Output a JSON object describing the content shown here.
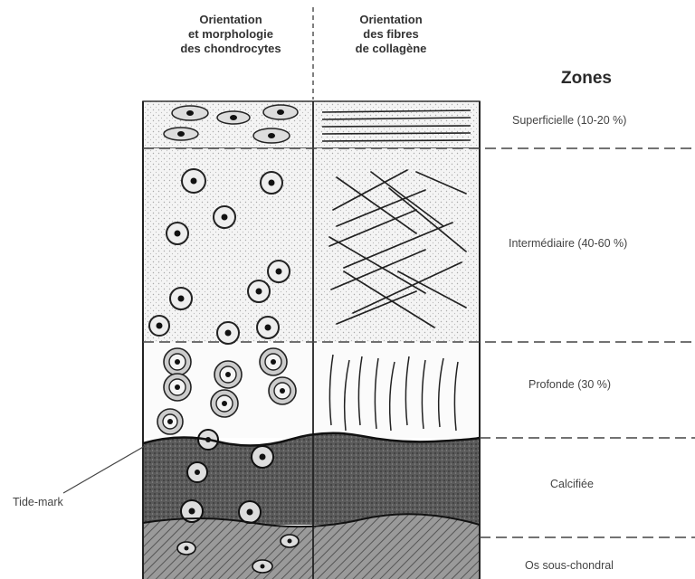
{
  "headers": {
    "chondrocytes": [
      "Orientation",
      "et morphologie",
      "des chondrocytes"
    ],
    "collagen": [
      "Orientation",
      "des fibres",
      "de collagène"
    ]
  },
  "zones_title": "Zones",
  "zones": [
    {
      "key": "superficielle",
      "label": "Superficielle (10-20 %)"
    },
    {
      "key": "intermediaire",
      "label": "Intermédiaire (40-60 %)"
    },
    {
      "key": "profonde",
      "label": "Profonde (30 %)"
    },
    {
      "key": "calcifiee",
      "label": "Calcifiée"
    },
    {
      "key": "os",
      "label": "Os sous-chondral"
    }
  ],
  "tide_mark": "Tide-mark"
}
